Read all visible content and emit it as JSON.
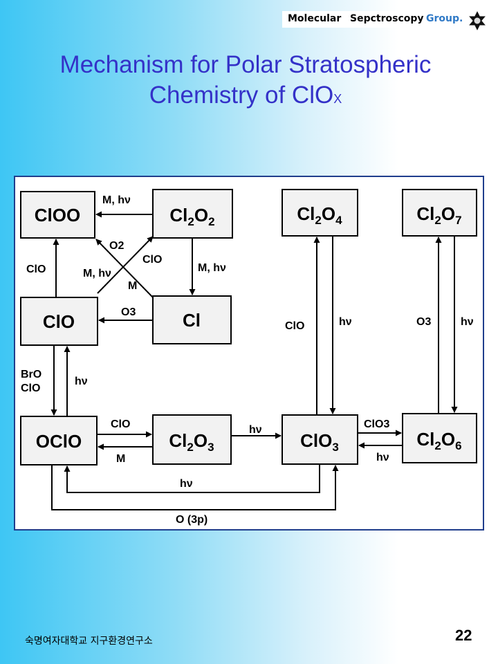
{
  "header": {
    "word1": "Molecular",
    "word2": "Sepctroscopy",
    "word3": "Group."
  },
  "title": {
    "line1": "Mechanism for Polar Stratospheric",
    "line2_main": "Chemistry of ClO",
    "line2_sub": "X"
  },
  "diagram": {
    "species": {
      "cloo": "ClOO",
      "cl2o2": "Cl2O2",
      "clo": "ClO",
      "cl": "Cl",
      "oclo": "OClO",
      "cl2o3": "Cl2O3",
      "clo3": "ClO3",
      "cl2o4": "Cl2O4",
      "cl2o7": "Cl2O7",
      "cl2o6": "Cl2O6"
    },
    "labels": {
      "m_hv_top": "M, hν",
      "o2": "O2",
      "clo_cross": "ClO",
      "m_hv_cross": "M, hν",
      "m_cross": "M",
      "m_hv_right": "M, hν",
      "clo_left": "ClO",
      "o3_mid": "O3",
      "bro": "BrO",
      "clo_bro": "ClO",
      "hv_oclo": "hν",
      "clo_top_arrow": "ClO",
      "m_bottom_arrow": "M",
      "hv_to_clo3": "hν",
      "clo_cl2o4": "ClO",
      "hv_cl2o4": "hν",
      "o3_cl2o7": "O3",
      "hv_cl2o7": "hν",
      "clo3_arrow": "ClO3",
      "hv_cl2o6": "hν",
      "hv_loop": "hν",
      "o3p": "O (3p)"
    }
  },
  "footer": {
    "text": "숙명여자대학교 지구환경연구소",
    "page_number": "22"
  },
  "colors": {
    "title": "#3431c8",
    "frame_border": "#1f3d8c",
    "group_word": "#2f79c6",
    "box_fill": "#f2f2f2"
  }
}
